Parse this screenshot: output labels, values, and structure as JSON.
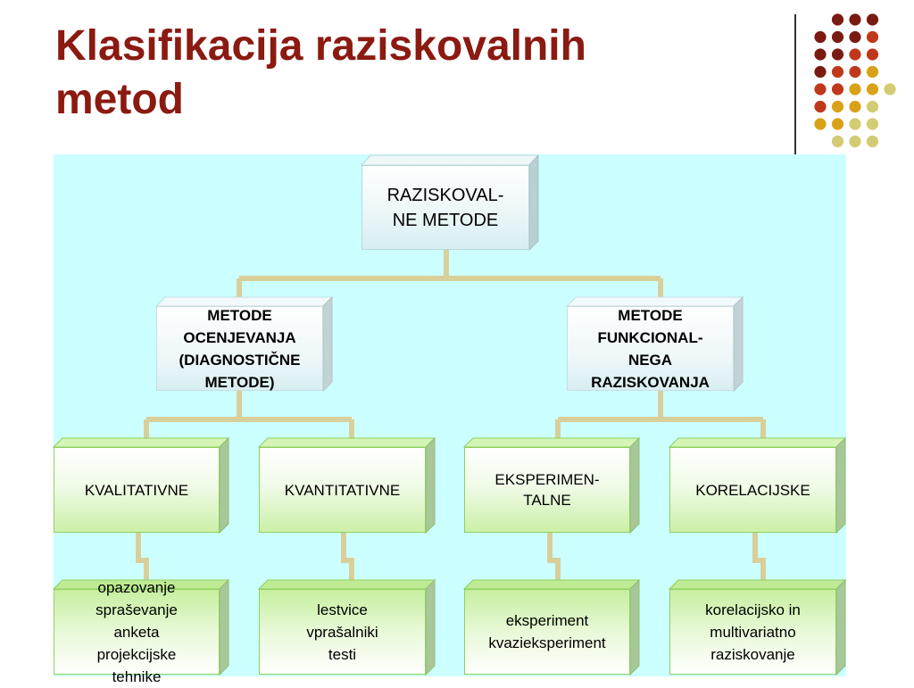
{
  "slide": {
    "title_line1": "Klasifikacija raziskovalnih",
    "title_line2": "metod"
  },
  "diagram": {
    "root": "RAZISKOVAL-\nNE METODE",
    "branch_left": "METODE\nOCENJEVANJA\n(DIAGNOSTIČNE\nMETODE)",
    "branch_right": "METODE\nFUNKCIONAL-\nNEGA\nRAZISKOVANJA",
    "kvalitativne": "KVALITATIVNE",
    "kvantitativne": "KVANTITATIVNE",
    "eksperimentalne": "EKSPERIMEN-\nTALNE",
    "korelacijske": "KORELACIJSKE",
    "leaf_kvalitativne": "opazovanje\nspraševanje\nanketa\nprojekcijske\ntehnike",
    "leaf_kvantitativne": "lestvice\nvprašalniki\ntesti",
    "leaf_eksperimentalne": "eksperiment\nkvazieksperiment",
    "leaf_korelacijske": "korelacijsko in\nmultivariatno\nraziskovanje"
  },
  "colors": {
    "title": "#8b1a10",
    "panel": "#ccffff",
    "connector": "#d9cf9a",
    "dot_palette": [
      "#7a1b12",
      "#c0381b",
      "#d9a116",
      "#d2cc72"
    ]
  }
}
